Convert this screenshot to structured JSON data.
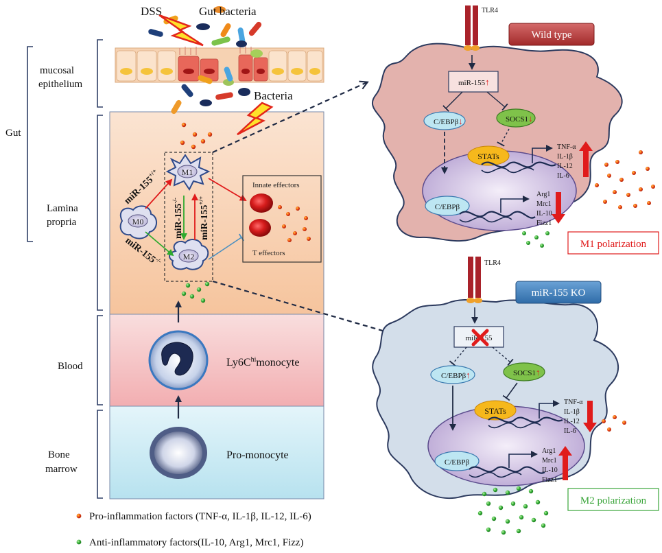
{
  "colors": {
    "pro": "#e8401c",
    "anti": "#2fa52f",
    "wt_cell": "#e2b0ab",
    "ko_cell": "#cfdbe8",
    "lamina": "#f8d2b0",
    "blood": "#f3b7b9",
    "marrow": "#c9e9f2",
    "receptor": "#a9222a"
  },
  "left": {
    "triggers": {
      "dss": "DSS",
      "gut_bacteria": "Gut bacteria",
      "bacteria": "Bacteria"
    },
    "regions": {
      "gut": "Gut",
      "mucosal_line1": "mucosal",
      "mucosal_line2": "epithelium",
      "lamina_line1": "Lamina",
      "lamina_line2": "propria",
      "blood": "Blood",
      "marrow_line1": "Bone",
      "marrow_line2": "marrow"
    },
    "cells": {
      "m0": "M0",
      "m1": "M1",
      "m2": "M2",
      "monocyte": "Ly6C",
      "monocyte_sup": "hi",
      "monocyte_tail": "monocyte",
      "promonocyte": "Pro-monocyte"
    },
    "mir_labels": {
      "m0_to_m1": "miR-155",
      "m0_to_m1_sup": "+/+",
      "m0_to_m2": "miR-155",
      "m0_to_m2_sup": "-/-",
      "m1_to_m2": "miR-155",
      "m1_to_m2_sup": "-/-",
      "m2_to_m1": "miR-155",
      "m2_to_m1_sup": "+/+"
    },
    "effectors": {
      "innate": "Innate effectors",
      "t": "T effectors"
    }
  },
  "wild_type": {
    "badge": "Wild type",
    "receptor": "TLR4",
    "mir": "miR-155",
    "mir_arrow": "↑",
    "cebp": "C/EBPβ",
    "cebp_arrow": "↓",
    "socs": "SOCS1",
    "socs_arrow": "↓",
    "stats": "STATs",
    "cebp_nucleus": "C/EBPβ",
    "cytokines": [
      "TNF-α",
      "IL-1β",
      "IL-12",
      "IL-6"
    ],
    "m2_genes": [
      "Arg1",
      "Mrc1",
      "IL-10",
      "Fizz1"
    ],
    "polarization": "M1 polarization"
  },
  "ko": {
    "badge": "miR-155 KO",
    "receptor": "TLR4",
    "mir": "miR-155",
    "cebp": "C/EBPβ",
    "cebp_arrow": "↑",
    "socs": "SOCS1",
    "socs_arrow": "↑",
    "stats": "STATs",
    "cebp_nucleus": "C/EBPβ",
    "cytokines": [
      "TNF-α",
      "IL-1β",
      "IL-12",
      "IL-6"
    ],
    "m2_genes": [
      "Arg1",
      "Mrc1",
      "IL-10",
      "Fizz1"
    ],
    "polarization": "M2 polarization"
  },
  "legend": {
    "pro": "Pro-inflammation factors (TNF-α, IL-1β, IL-12, IL-6)",
    "anti": "Anti-inflammatory factors(IL-10, Arg1, Mrc1, Fizz)"
  }
}
